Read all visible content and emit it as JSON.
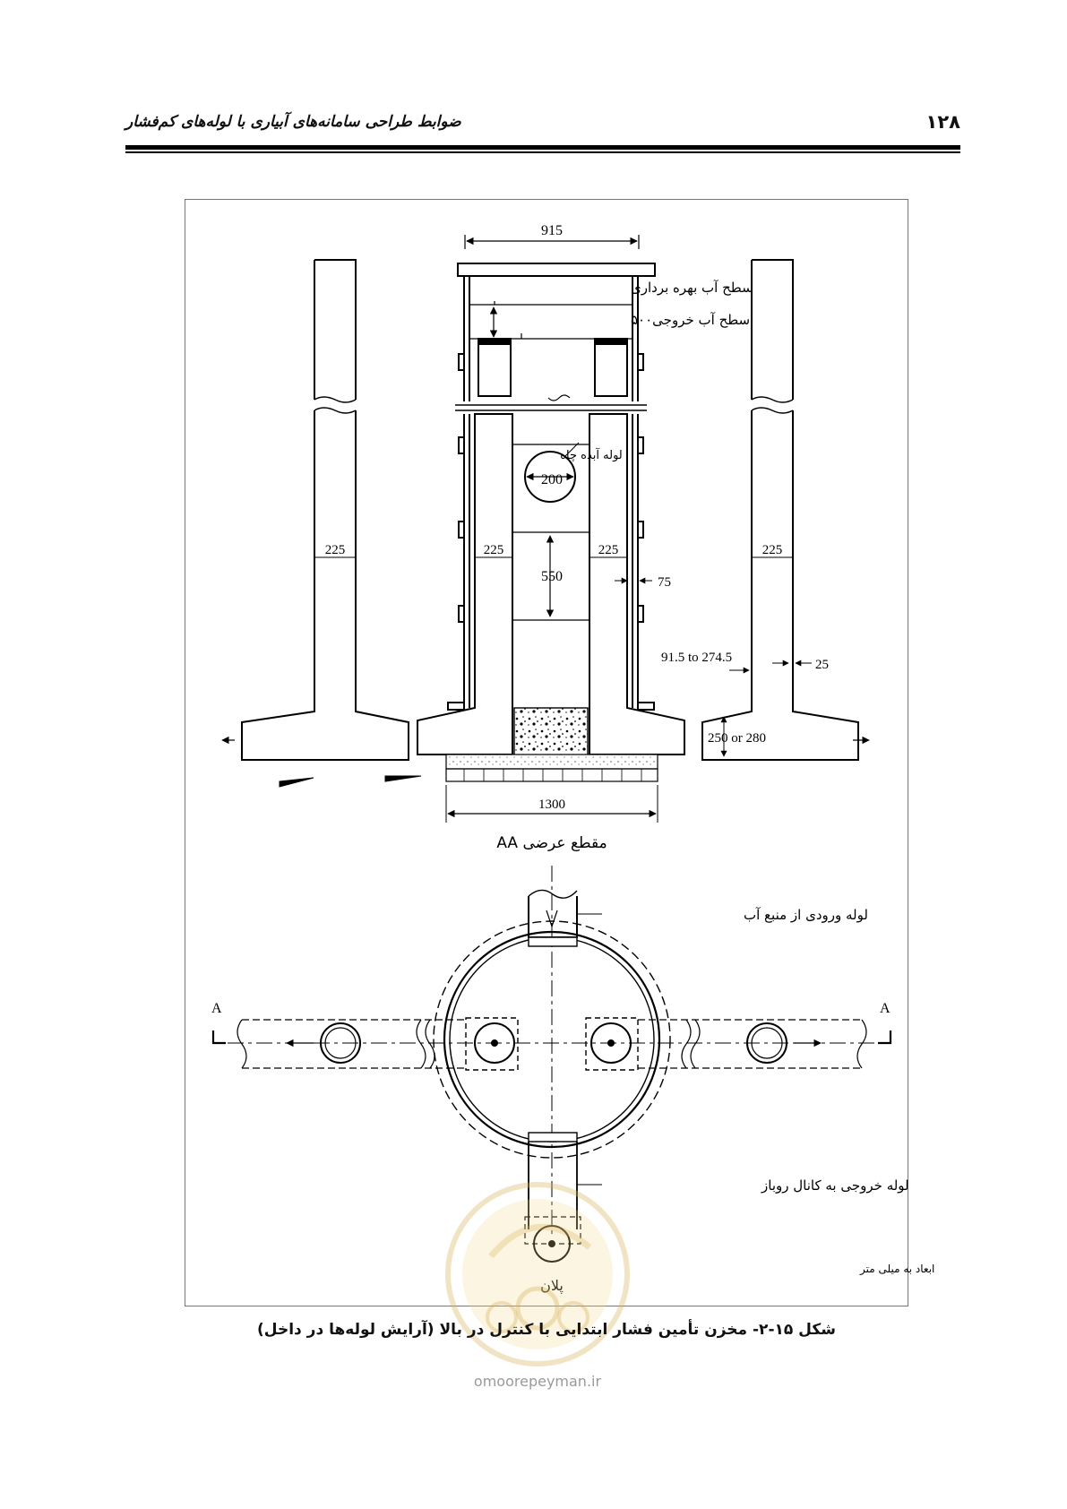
{
  "header": {
    "page_number": "۱۲۸",
    "running_title": "ضوابط طراحی سامانه‌های آبیاری با لوله‌های کم‌فشار"
  },
  "section": {
    "dim_top_width": "915",
    "water_level_operation": "سطح آب  بهره برداری",
    "water_level_outlet": "سطح آب خروجی۵۰۰",
    "well_pipe_label": "لوله آبده چاه",
    "dim_pipe_dia": "200",
    "dim_left_225": "225",
    "dim_inner_left_225": "225",
    "dim_inner_right_225": "225",
    "dim_right_225": "225",
    "dim_550": "550",
    "dim_75": "75",
    "dim_range": "91.5 to 274.5",
    "dim_25": "25",
    "dim_250_280": "250 or 280",
    "dim_base_width": "1300",
    "section_title": "مقطع عرضی  AA"
  },
  "plan": {
    "inlet_label": "لوله ورودی از منبع آب",
    "outlet_label": "لوله خروجی به کانال روباز",
    "section_mark_left": "A",
    "section_mark_right": "A",
    "units_note": "ابعاد به میلی متر",
    "plan_title": "پلان"
  },
  "caption": "شکل ۱۵-۲- مخزن تأمین فشار ابتدایی با کنترل در بالا (آرایش لوله‌ها در داخل)",
  "watermark": "omoorepeyman.ir"
}
